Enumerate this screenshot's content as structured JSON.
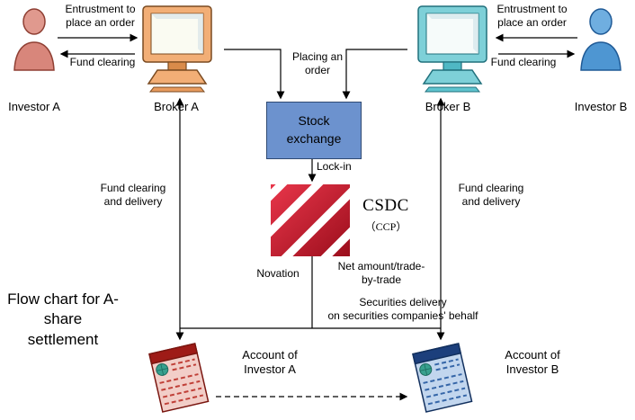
{
  "title": {
    "text": "Flow chart for A-share settlement"
  },
  "nodes": {
    "investor_a": "Investor A",
    "broker_a": "Broker A",
    "broker_b": "Broker B",
    "investor_b": "Investor B",
    "stock_exchange": "Stock exchange",
    "csdc": "CSDC",
    "csdc_sub": "（CCP）",
    "account_a": "Account of Investor A",
    "account_b": "Account of Investor B"
  },
  "edges": {
    "entrust_a": "Entrustment to place an order",
    "fund_clearing_a": "Fund clearing",
    "entrust_b": "Entrustment to place an order",
    "fund_clearing_b": "Fund clearing",
    "placing_order": "Placing an order",
    "lock_in": "Lock-in",
    "fcd_left": "Fund clearing and delivery",
    "fcd_right": "Fund clearing and delivery",
    "novation": "Novation",
    "net_amount_line1": "Net amount/trade-",
    "net_amount_line2": "by-trade",
    "securities_line1": "Securities delivery",
    "securities_line2": "on securities companies' behalf"
  },
  "colors": {
    "stock_exchange_fill": "#6C92CE",
    "csdc_red": "#C8102E",
    "broker_a_body": "#F2AE76",
    "broker_b_body": "#7ED0D8",
    "investor_a_body": "#D8867B",
    "investor_b_body": "#4E96D2",
    "account_a_accent": "#9E1B17",
    "account_b_accent": "#1C3F7C",
    "line_color": "#000000"
  }
}
